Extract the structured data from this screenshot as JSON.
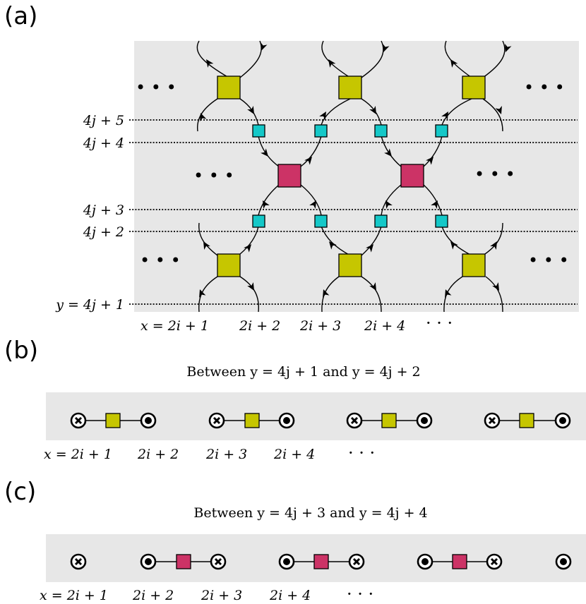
{
  "panels": {
    "a": {
      "label": "(a)"
    },
    "b": {
      "label": "(b)",
      "caption": "Between y = 4j + 1 and y = 4j + 2"
    },
    "c": {
      "label": "(c)",
      "caption": "Between y = 4j + 3 and y = 4j + 4"
    }
  },
  "a": {
    "y_labels": [
      "4j + 5",
      "4j + 4",
      "4j + 3",
      "4j + 2",
      "y = 4j + 1"
    ],
    "x_labels": [
      "x = 2i + 1",
      "2i + 2",
      "2i + 3",
      "2i + 4",
      "· · ·"
    ],
    "ellipsis": "• • •"
  },
  "b": {
    "x_labels": [
      "x = 2i + 1",
      "2i + 2",
      "2i + 3",
      "2i + 4",
      "· · ·"
    ]
  },
  "c": {
    "x_labels": [
      "x = 2i + 1",
      "2i + 2",
      "2i + 3",
      "2i + 4",
      "· · ·"
    ]
  },
  "colors": {
    "olive": "#c6c600",
    "magenta": "#cc3366",
    "cyan": "#14c8c8",
    "panel_bg": "#e7e7e7"
  }
}
